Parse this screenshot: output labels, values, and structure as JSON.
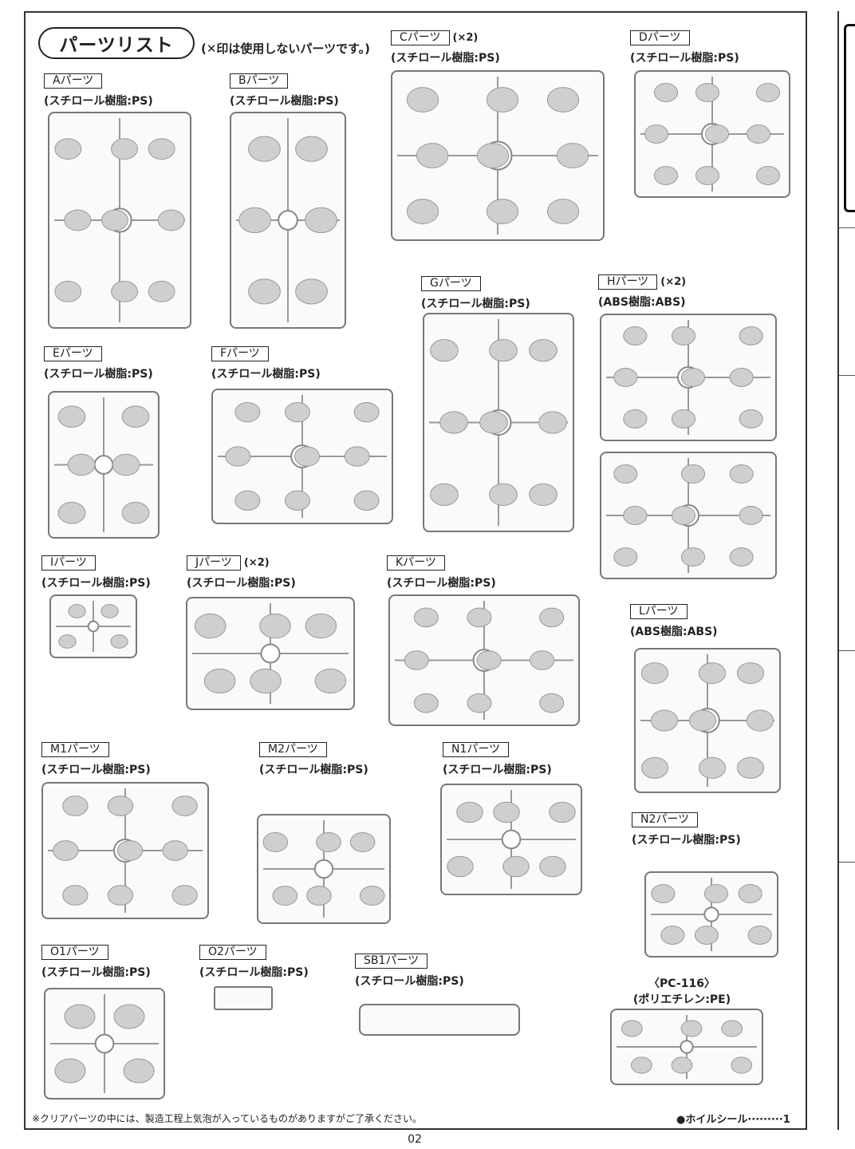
{
  "header": {
    "title": "パーツリスト",
    "note": "(✕印は使用しないパーツです。)"
  },
  "parts": [
    {
      "id": "A",
      "label": "Aパーツ",
      "mult": "",
      "material": "(スチロール樹脂:PS)"
    },
    {
      "id": "B",
      "label": "Bパーツ",
      "mult": "",
      "material": "(スチロール樹脂:PS)"
    },
    {
      "id": "C",
      "label": "Cパーツ",
      "mult": "(×2)",
      "material": "(スチロール樹脂:PS)"
    },
    {
      "id": "D",
      "label": "Dパーツ",
      "mult": "",
      "material": "(スチロール樹脂:PS)"
    },
    {
      "id": "E",
      "label": "Eパーツ",
      "mult": "",
      "material": "(スチロール樹脂:PS)"
    },
    {
      "id": "F",
      "label": "Fパーツ",
      "mult": "",
      "material": "(スチロール樹脂:PS)"
    },
    {
      "id": "G",
      "label": "Gパーツ",
      "mult": "",
      "material": "(スチロール樹脂:PS)"
    },
    {
      "id": "H",
      "label": "Hパーツ",
      "mult": "(×2)",
      "material": "(ABS樹脂:ABS)"
    },
    {
      "id": "I",
      "label": "Iパーツ",
      "mult": "",
      "material": "(スチロール樹脂:PS)"
    },
    {
      "id": "J",
      "label": "Jパーツ",
      "mult": "(×2)",
      "material": "(スチロール樹脂:PS)"
    },
    {
      "id": "K",
      "label": "Kパーツ",
      "mult": "",
      "material": "(スチロール樹脂:PS)"
    },
    {
      "id": "L",
      "label": "Lパーツ",
      "mult": "",
      "material": "(ABS樹脂:ABS)"
    },
    {
      "id": "M1",
      "label": "M1パーツ",
      "mult": "",
      "material": "(スチロール樹脂:PS)"
    },
    {
      "id": "M2",
      "label": "M2パーツ",
      "mult": "",
      "material": "(スチロール樹脂:PS)"
    },
    {
      "id": "N1",
      "label": "N1パーツ",
      "mult": "",
      "material": "(スチロール樹脂:PS)"
    },
    {
      "id": "N2",
      "label": "N2パーツ",
      "mult": "",
      "material": "(スチロール樹脂:PS)"
    },
    {
      "id": "O1",
      "label": "O1パーツ",
      "mult": "",
      "material": "(スチロール樹脂:PS)"
    },
    {
      "id": "O2",
      "label": "O2パーツ",
      "mult": "",
      "material": "(スチロール樹脂:PS)"
    },
    {
      "id": "SB1",
      "label": "SB1パーツ",
      "mult": "",
      "material": "(スチロール樹脂:PS)"
    },
    {
      "id": "PC",
      "label": "〈PC-116〉",
      "mult": "",
      "material": "(ポリエチレン:PE)"
    }
  ],
  "footer": {
    "note": "※クリアパーツの中には、製造工程上気泡が入っているものがありますがご了承ください。",
    "seal": "●ホイルシール·········1",
    "page": "02"
  }
}
